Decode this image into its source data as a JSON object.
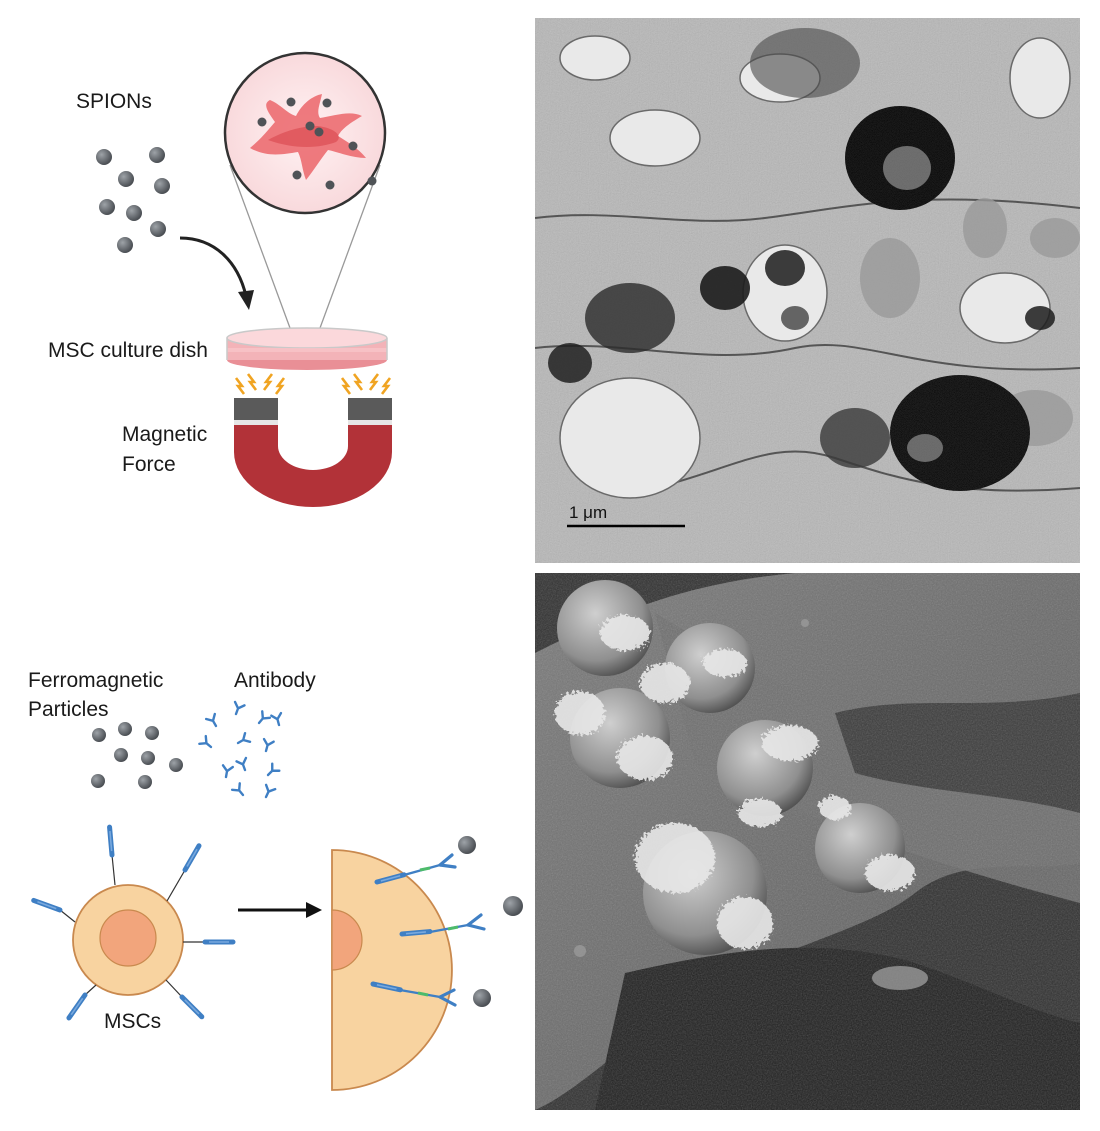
{
  "top_left": {
    "spions_label": "SPIONs",
    "dish_label": "MSC culture dish",
    "force_label_line1": "Magnetic",
    "force_label_line2": "Force"
  },
  "top_right": {
    "scale_bar_label": "1 μm"
  },
  "bottom_left": {
    "particles_label_line1": "Ferromagnetic",
    "particles_label_line2": "Particles",
    "antibody_label": "Antibody",
    "cells_label": "MSCs"
  },
  "colors": {
    "particle": "#5f6368",
    "magnet": "#b23238",
    "cell_fill": "#f8d3a0",
    "nucleus_fill": "#f2a57c",
    "antibody": "#3f7fc4",
    "dish": "#f3b3b8",
    "microscopy_gray": "#8a8a8a"
  }
}
